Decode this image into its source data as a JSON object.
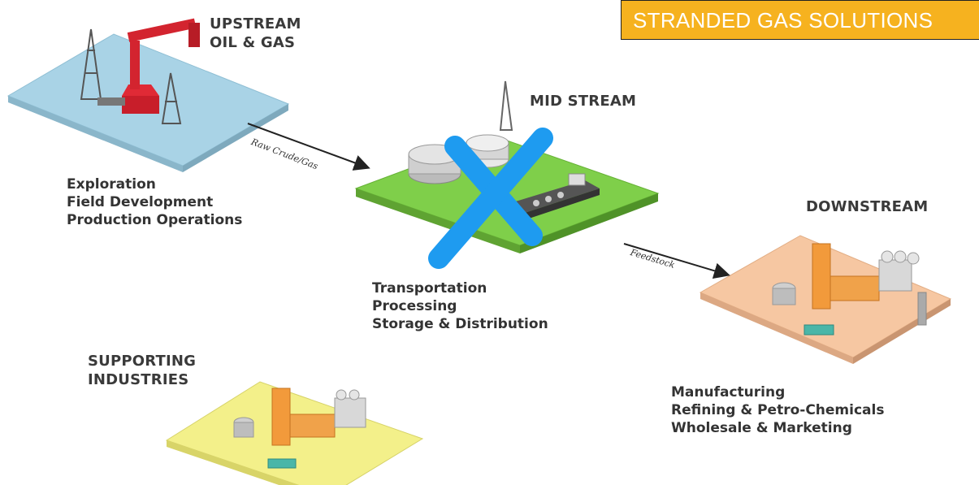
{
  "banner": {
    "text": "STRANDED GAS SOLUTIONS",
    "color": "#f6b21f"
  },
  "upstream": {
    "heading": [
      "UPSTREAM",
      "OIL & GAS"
    ],
    "items": [
      "Exploration",
      "Field Development",
      "Production Operations"
    ],
    "tile_color": "#a9d3e6"
  },
  "midstream": {
    "heading": "MID STREAM",
    "items": [
      "Transportation",
      "Processing",
      "Storage & Distribution"
    ],
    "tile_color": "#7fcf4a",
    "crossed_out": true,
    "cross_color": "#1e9bf0"
  },
  "downstream": {
    "heading": "DOWNSTREAM",
    "items": [
      "Manufacturing",
      "Refining & Petro-Chemicals",
      "Wholesale & Marketing"
    ],
    "tile_color": "#f6c7a2"
  },
  "supporting": {
    "heading": [
      "SUPPORTING",
      "INDUSTRIES"
    ],
    "tile_color": "#f3f08a"
  },
  "arrows": {
    "raw": "Raw Crude/Gas",
    "feed": "Feedstock"
  }
}
